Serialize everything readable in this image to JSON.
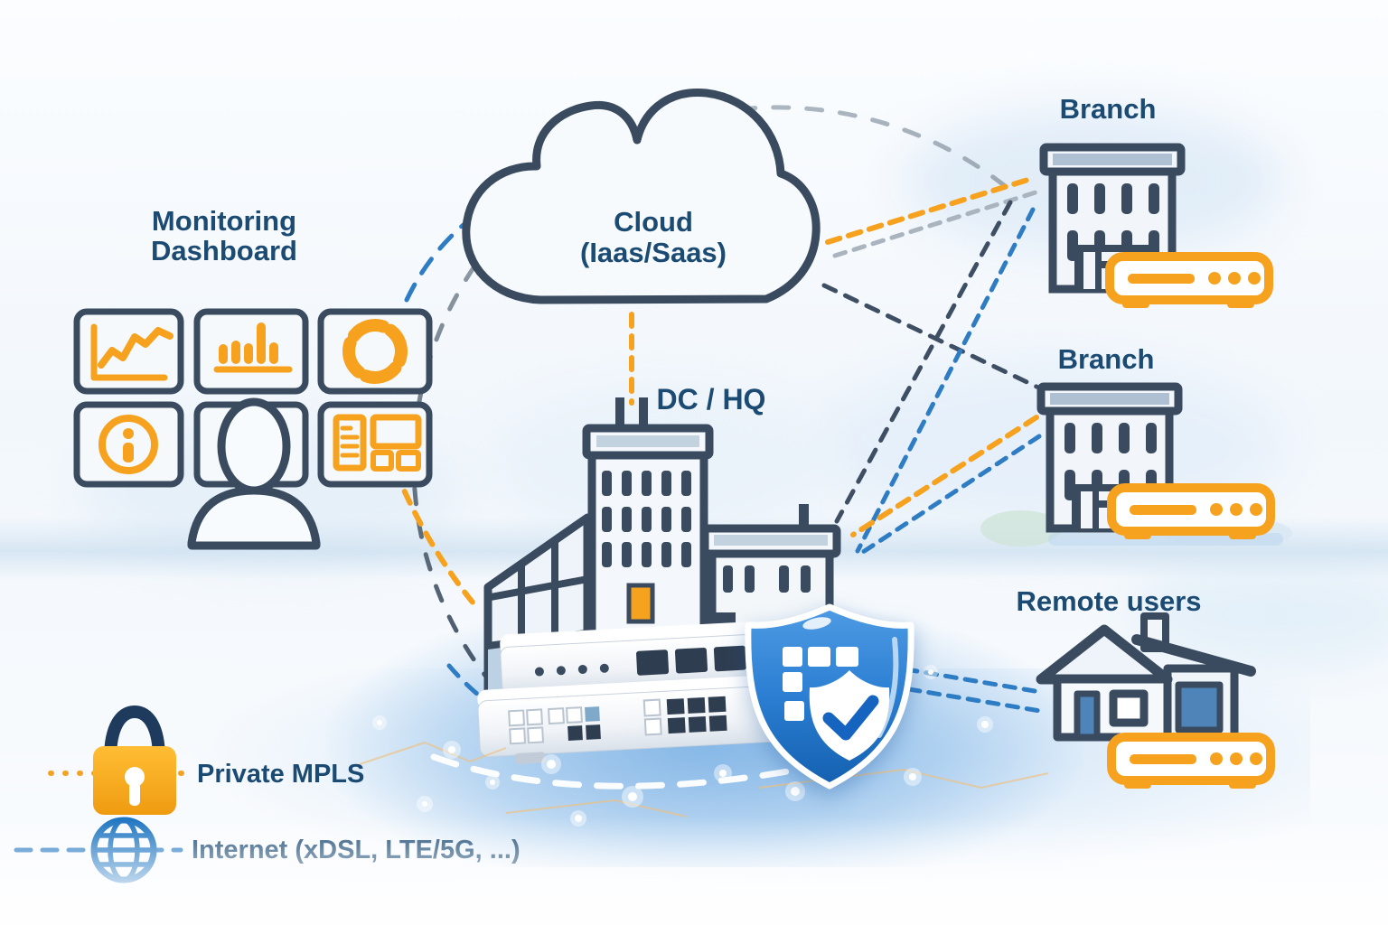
{
  "labels": {
    "monitoring_line1": "Monitoring",
    "monitoring_line2": "Dashboard",
    "cloud_line1": "Cloud",
    "cloud_line2": "(Iaas/Saas)",
    "dc_hq": "DC / HQ",
    "branch_top": "Branch",
    "branch_middle": "Branch",
    "remote_users": "Remote users"
  },
  "legend": {
    "items": [
      {
        "id": "private-mpls",
        "label": "Private MPLS",
        "icon": "lock-icon",
        "line_color": "#F6A21E",
        "line_style": "dotted"
      },
      {
        "id": "internet",
        "label": "Internet (xDSL, LTE/5G, ...)",
        "icon": "globe-icon",
        "line_color": "#2E7CC3",
        "line_style": "dashed"
      }
    ]
  },
  "nodes": [
    {
      "id": "monitoring-dashboard",
      "type": "dashboard",
      "tiles": [
        "line-chart",
        "bar-chart",
        "donut-chart",
        "info",
        "operator",
        "layout"
      ]
    },
    {
      "id": "cloud",
      "type": "cloud"
    },
    {
      "id": "dc-hq",
      "type": "datacenter",
      "devices": [
        "firewall-appliance",
        "firewall-appliance"
      ],
      "badge": "security-shield-check"
    },
    {
      "id": "branch-1",
      "type": "branch-office",
      "device": "edge-router"
    },
    {
      "id": "branch-2",
      "type": "branch-office",
      "device": "edge-router"
    },
    {
      "id": "remote-users",
      "type": "home-office",
      "device": "edge-router"
    }
  ],
  "connections": [
    {
      "from": "cloud",
      "to": "branch-1",
      "types": [
        "private-mpls",
        "unspecified-gray"
      ]
    },
    {
      "from": "cloud",
      "to": "branch-2",
      "types": [
        "unspecified-dark"
      ]
    },
    {
      "from": "cloud",
      "to": "dc-hq",
      "types": [
        "private-mpls"
      ]
    },
    {
      "from": "branch-1",
      "to": "dc-hq",
      "types": [
        "unspecified-dark",
        "internet"
      ]
    },
    {
      "from": "branch-2",
      "to": "dc-hq",
      "types": [
        "private-mpls",
        "internet"
      ]
    },
    {
      "from": "dc-hq",
      "to": "remote-users",
      "types": [
        "internet",
        "internet"
      ]
    },
    {
      "from": "monitoring-dashboard",
      "to": "dc-hq",
      "types": [
        "unspecified-dark",
        "internet",
        "private-mpls"
      ]
    }
  ],
  "colors": {
    "text": "#1B4A73",
    "outline": "#3A4B60",
    "accent_orange": "#F6A21E",
    "accent_blue": "#2E7CC3",
    "gray_dash": "#A9B4BF",
    "dark_dash": "#3E4F63",
    "shield_blue": "#1E6FC4"
  }
}
